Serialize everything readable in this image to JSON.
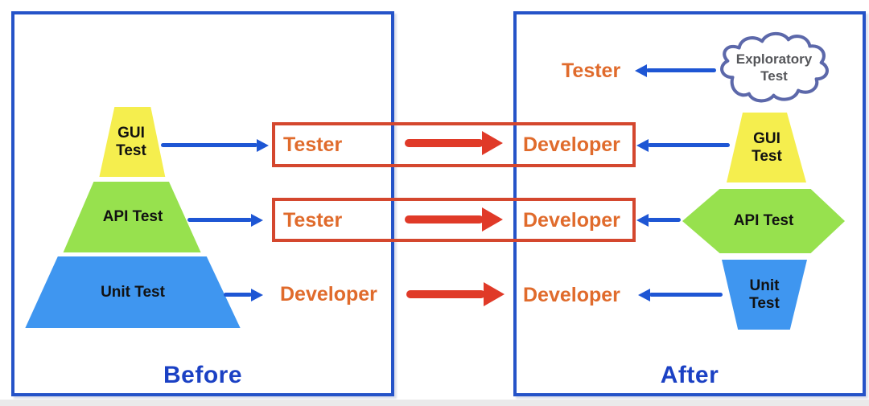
{
  "colors": {
    "panel-border": "#2553c8",
    "panel-title": "#1b41c4",
    "blue-arrow": "#1e56d4",
    "red": "#e03a28",
    "red-box": "#d4472e",
    "orange-text": "#e06b2c",
    "yellow": "#f5ee4e",
    "green": "#97e14e",
    "shape-blue": "#3f96f0",
    "cloud-stroke": "#5c68aa",
    "cloud-text": "#55565a",
    "shape-text": "#111111"
  },
  "before_panel": {
    "label": "Before",
    "pyramid": [
      {
        "label": "GUI\nTest"
      },
      {
        "label": "API Test"
      },
      {
        "label": "Unit Test"
      }
    ]
  },
  "after_panel": {
    "label": "After",
    "cloud_label": "Exploratory\nTest",
    "top_role": "Tester",
    "shapes": [
      {
        "label": "GUI\nTest"
      },
      {
        "label": "API Test"
      },
      {
        "label": "Unit\nTest"
      }
    ]
  },
  "handoff_rows": [
    {
      "left_role": "Tester",
      "right_role": "Developer"
    },
    {
      "left_role": "Tester",
      "right_role": "Developer"
    },
    {
      "left_role": "Developer",
      "right_role": "Developer"
    }
  ]
}
